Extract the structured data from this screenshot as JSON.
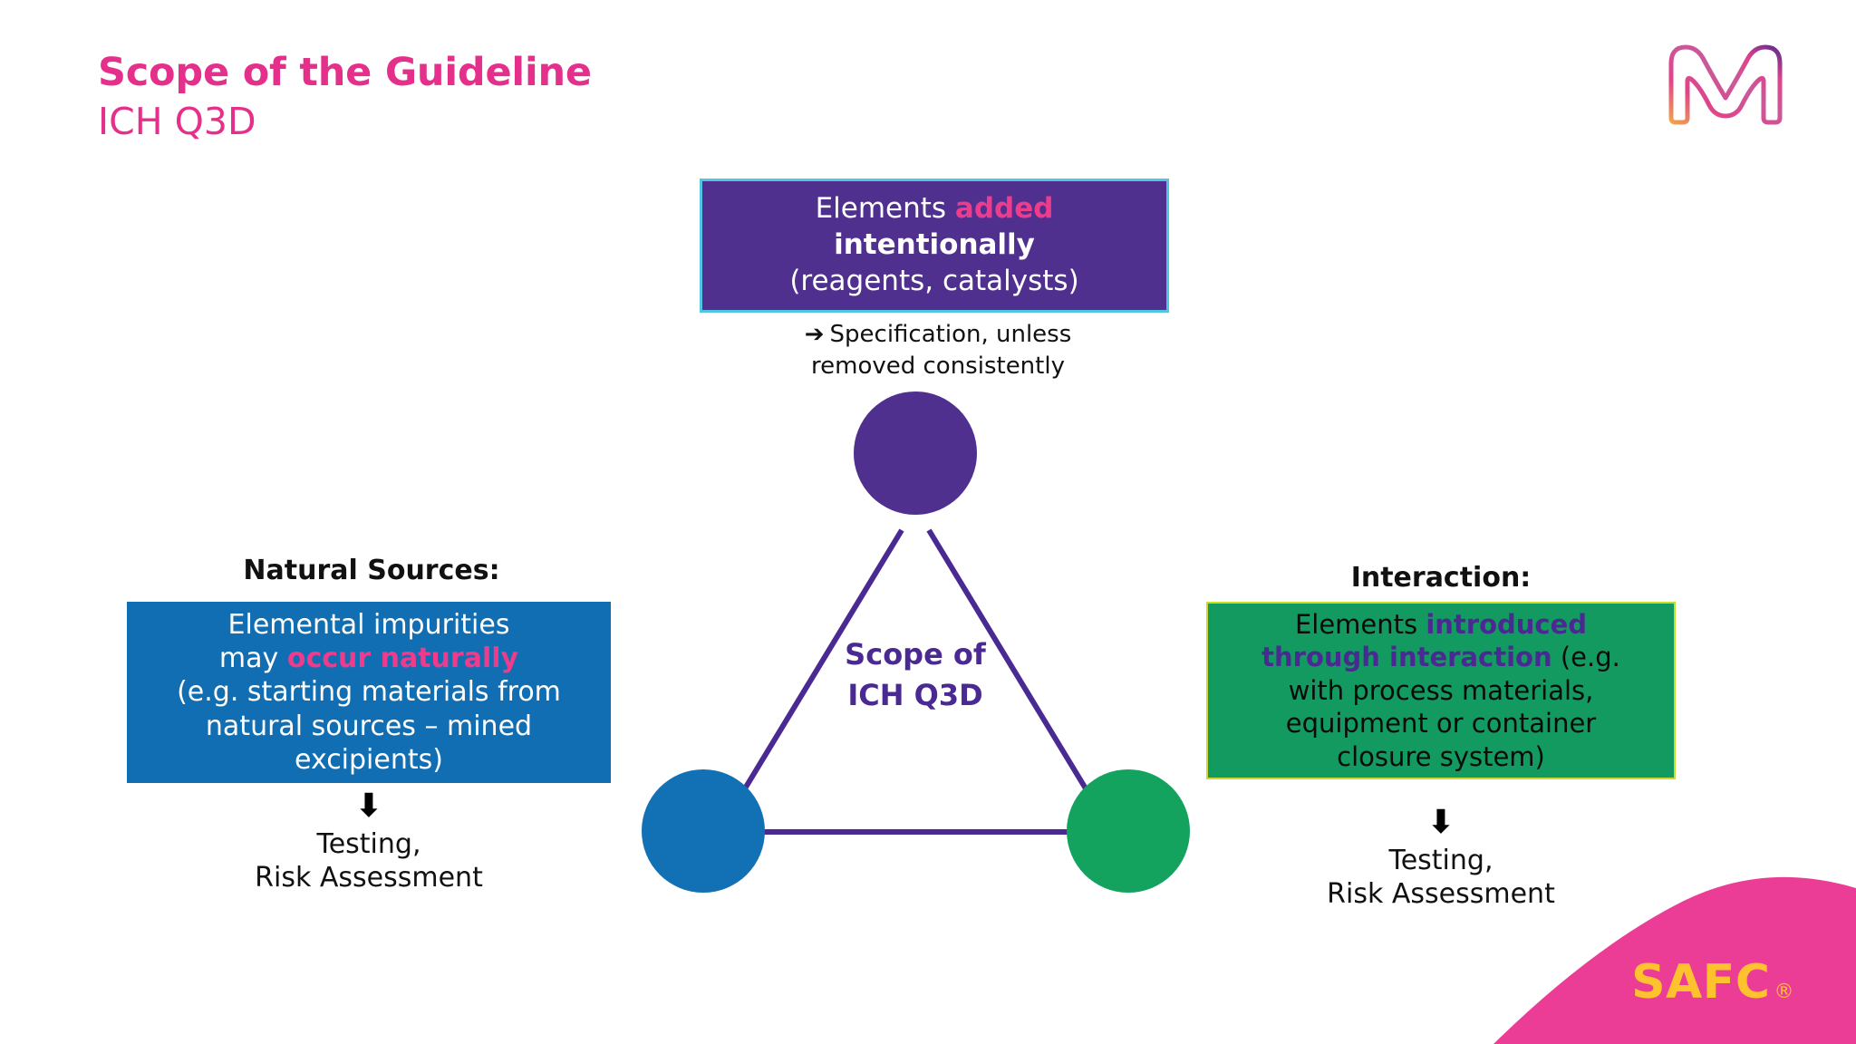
{
  "slide": {
    "title": "Scope of the Guideline",
    "subtitle": "ICH Q3D",
    "background_color": "#ffffff"
  },
  "brand": {
    "merck_logo_name": "merck-m-logo",
    "safc_wordmark": "SAFC",
    "safc_registered_mark": "®",
    "safc_text_color": "#FDC22E",
    "safc_shape_color": "#EC3D96"
  },
  "colors": {
    "pink": "#E5308B",
    "purple": "#50308F",
    "purple_border": "#52C5E5",
    "blue": "#116EB2",
    "green": "#139A60",
    "green_border": "#CBDB2A",
    "text_dark": "#111111",
    "white": "#ffffff"
  },
  "top_node": {
    "box": {
      "line1_part1": "Elements ",
      "line1_highlight": "added",
      "line2_highlight": "intentionally",
      "line3": "(reagents, catalysts)"
    },
    "note": {
      "arrow": "➔",
      "line1": "Specification, unless",
      "line2": "removed consistently"
    }
  },
  "left_node": {
    "heading": "Natural Sources:",
    "box": {
      "line1": "Elemental impurities",
      "line2_prefix": "may ",
      "line2_highlight": "occur naturally",
      "line3": "(e.g. starting materials from",
      "line4": "natural sources – mined",
      "line5": "excipients)"
    },
    "outcome": {
      "arrow": "⬇",
      "line1": "Testing,",
      "line2": "Risk Assessment"
    }
  },
  "right_node": {
    "heading": "Interaction:",
    "box": {
      "line1_prefix": "Elements ",
      "line1_highlight": "introduced",
      "line2_highlight": "through interaction",
      "line2_suffix": " (e.g.",
      "line3": "with process materials,",
      "line4": "equipment or container",
      "line5": "closure system)"
    },
    "outcome": {
      "arrow": "⬇",
      "line1": "Testing,",
      "line2": "Risk Assessment"
    }
  },
  "diagram": {
    "center_label_line1": "Scope of",
    "center_label_line2": "ICH Q3D",
    "center_label_color": "#4A2A92",
    "edge_color": "#4A2A92",
    "nodes": [
      {
        "name": "top-node-circle",
        "color": "#50308F"
      },
      {
        "name": "left-node-circle",
        "color": "#116EB2"
      },
      {
        "name": "right-node-circle",
        "color": "#13A35F"
      }
    ]
  }
}
